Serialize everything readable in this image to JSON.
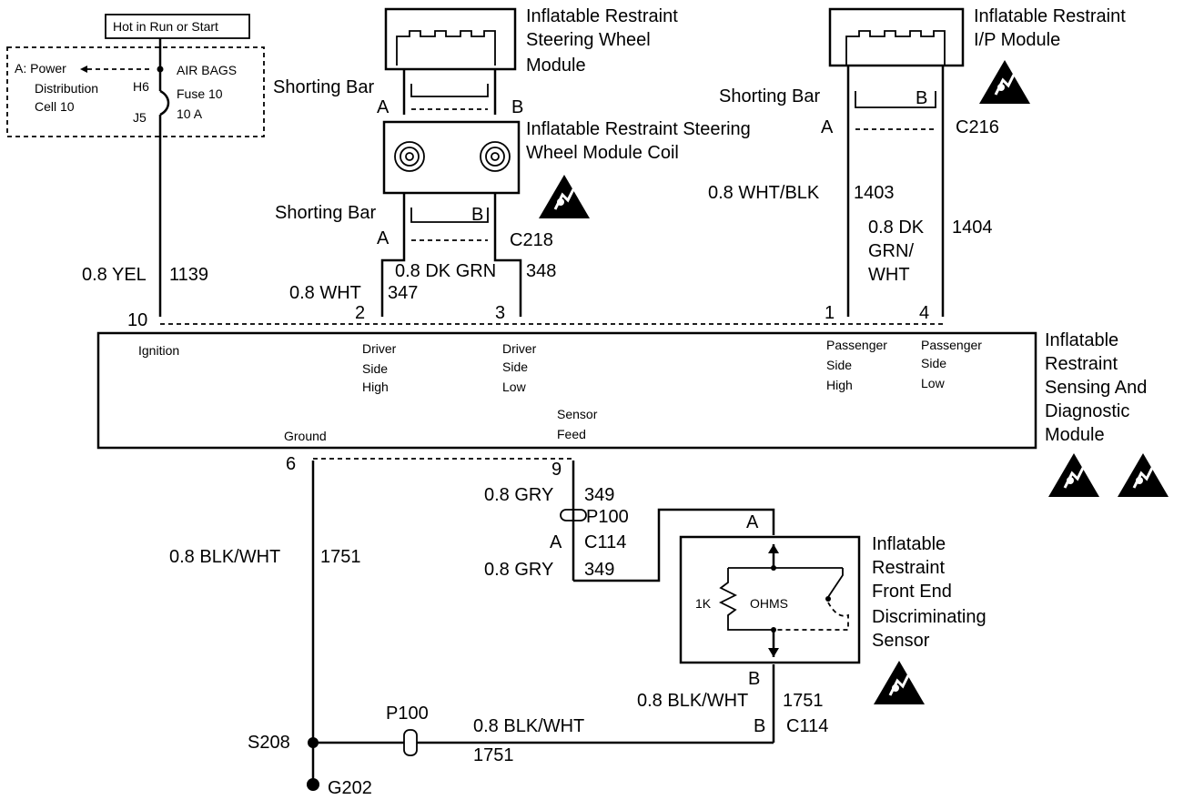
{
  "hot_label": "Hot in Run or Start",
  "fuse_box": {
    "pdc": [
      "A: Power",
      "Distribution",
      "Cell 10"
    ],
    "pin_h6": "H6",
    "pin_j5": "J5",
    "fuse": [
      "AIR BAGS",
      "Fuse 10",
      "10 A"
    ]
  },
  "modules": {
    "steering_wheel": [
      "Inflatable Restraint",
      "Steering Wheel",
      "Module"
    ],
    "ip_module": [
      "Inflatable Restraint",
      "I/P Module"
    ],
    "coil": [
      "Inflatable Restraint Steering",
      "Wheel Module Coil"
    ],
    "sdm": [
      "Inflatable",
      "Restraint",
      "Sensing And",
      "Diagnostic",
      "Module"
    ],
    "front_sensor": [
      "Inflatable",
      "Restraint",
      "Front End",
      "Discriminating",
      "Sensor"
    ]
  },
  "shorting_bar": "Shorting Bar",
  "pins": {
    "a": "A",
    "b": "B",
    "n10": "10",
    "n2": "2",
    "n3": "3",
    "n1": "1",
    "n4": "4",
    "n6": "6",
    "n9": "9"
  },
  "connectors": {
    "c218": "C218",
    "c216": "C216",
    "c114": "C114",
    "p100": "P100",
    "s208": "S208",
    "g202": "G202"
  },
  "wires": {
    "yel": "0.8 YEL",
    "c1139": "1139",
    "wht": "0.8 WHT",
    "c347": "347",
    "dkgrn": "0.8 DK GRN",
    "c348": "348",
    "whtblk": "0.8 WHT/BLK",
    "c1403": "1403",
    "dkgrnwht": [
      "0.8 DK",
      "GRN/",
      "WHT"
    ],
    "c1404": "1404",
    "gry": "0.8 GRY",
    "c349": "349",
    "blkwht": "0.8 BLK/WHT",
    "c1751": "1751"
  },
  "sdm_pins": {
    "ignition": "Ignition",
    "driver_high": [
      "Driver",
      "Side",
      "High"
    ],
    "driver_low": [
      "Driver",
      "Side",
      "Low"
    ],
    "pass_high": [
      "Passenger",
      "Side",
      "High"
    ],
    "pass_low": [
      "Passenger",
      "Side",
      "Low"
    ],
    "ground": "Ground",
    "sensor_feed": [
      "Sensor",
      "Feed"
    ]
  },
  "sensor_resistor": {
    "value": "1K",
    "unit": "OHMS"
  },
  "icons": [
    "esd-caution-icon"
  ]
}
